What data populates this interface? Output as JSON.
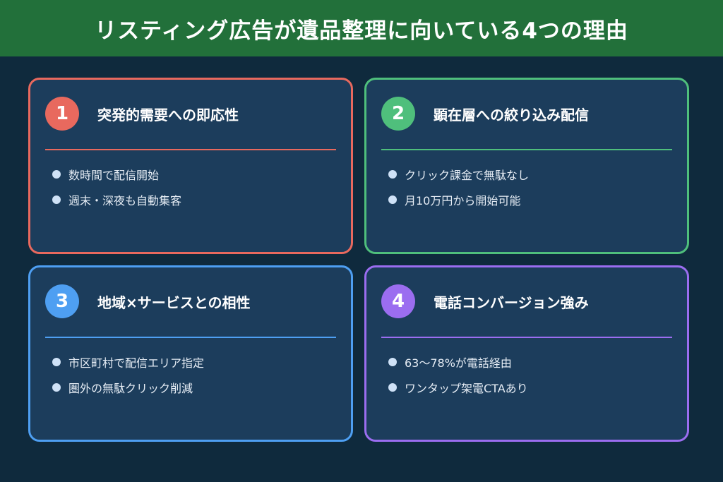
{
  "header": {
    "title": "リスティング広告が遺品整理に向いている4つの理由"
  },
  "cards": [
    {
      "number": "1",
      "title": "突発的需要への即応性",
      "color": "#e8695e",
      "bullets": [
        "数時間で配信開始",
        "週末・深夜も自動集客"
      ]
    },
    {
      "number": "2",
      "title": "顕在層への絞り込み配信",
      "color": "#4fbf7c",
      "bullets": [
        "クリック課金で無駄なし",
        "月10万円から開始可能"
      ]
    },
    {
      "number": "3",
      "title": "地域×サービスとの相性",
      "color": "#4e9ff2",
      "bullets": [
        "市区町村で配信エリア指定",
        "圏外の無駄クリック削減"
      ]
    },
    {
      "number": "4",
      "title": "電話コンバージョン強み",
      "color": "#9b6df0",
      "bullets": [
        "63〜78%が電話経由",
        "ワンタップ架電CTAあり"
      ]
    }
  ]
}
